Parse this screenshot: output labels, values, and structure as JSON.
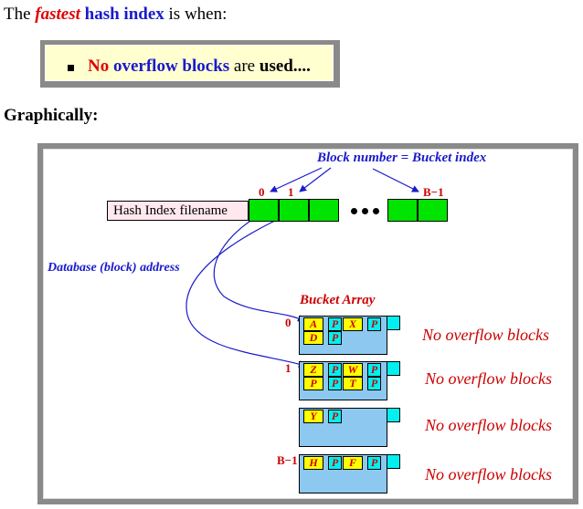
{
  "intro": {
    "the": "The",
    "fastest": "fastest",
    "hash_index": "hash index",
    "is_when": "is when:"
  },
  "callout": {
    "no": "No",
    "overflow_blocks": "overflow blocks",
    "are": "are",
    "used": "used...."
  },
  "graphically": "Graphically:",
  "diagram": {
    "block_number_label": "Block number = Bucket index",
    "index_0": "0",
    "index_1": "1",
    "index_last": "B−1",
    "hash_index_filename": "Hash Index filename",
    "db_address_label": "Database (block) address",
    "bucket_array_title": "Bucket Array",
    "bucket_labels": [
      "0",
      "1",
      "",
      "B−1"
    ],
    "buckets": [
      {
        "rows": [
          [
            "A",
            "P",
            "X",
            "P"
          ],
          [
            "D",
            "P"
          ]
        ]
      },
      {
        "rows": [
          [
            "Z",
            "P",
            "W",
            "P"
          ],
          [
            "P",
            "P",
            "T",
            "P"
          ]
        ]
      },
      {
        "rows": [
          [
            "Y",
            "P"
          ]
        ]
      },
      {
        "rows": [
          [
            "H",
            "P",
            "F",
            "P"
          ]
        ]
      }
    ],
    "no_overflow": [
      "No overflow blocks",
      "No overflow blocks",
      "No overflow blocks",
      "No overflow blocks"
    ],
    "colors": {
      "cell_green": "#00e400",
      "bucket_blue": "#8cc8f0",
      "overflow_cyan": "#00f0f0",
      "key_yellow": "#ffff00",
      "filename_pink": "#ffe8ee",
      "label_red": "#cc0000",
      "label_blue": "#1a1acc"
    }
  }
}
